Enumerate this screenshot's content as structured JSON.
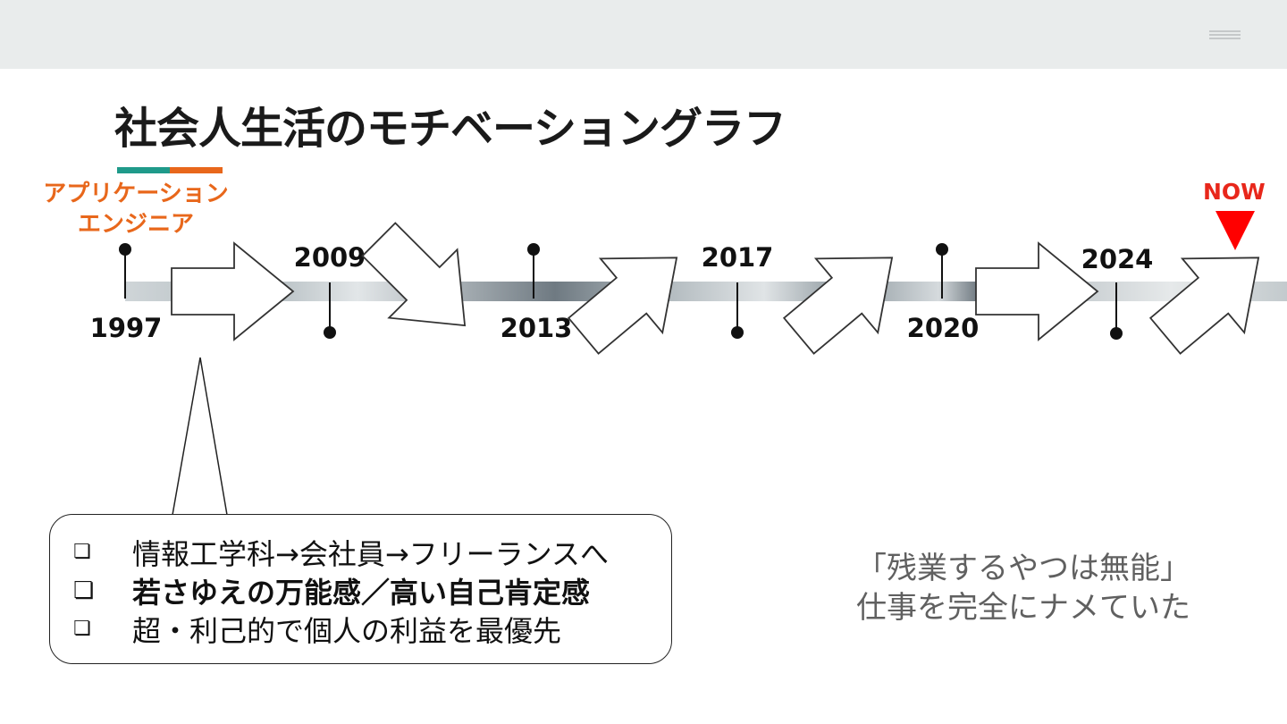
{
  "header": {
    "menu_icon": "hamburger-menu-icon"
  },
  "title": "社会人生活のモチベーショングラフ",
  "colors": {
    "accent_teal": "#1f9a8a",
    "accent_orange": "#e8671b",
    "now_red": "#ff0000",
    "topbar": "#e9ecec"
  },
  "role_label": {
    "line1": "アプリケーション",
    "line2": "エンジニア"
  },
  "now_label": "NOW",
  "timeline": {
    "years": [
      "1997",
      "2009",
      "2013",
      "2017",
      "2020",
      "2024"
    ],
    "trend_arrows": [
      "right",
      "down-right",
      "up-right",
      "up-right",
      "right",
      "up-right"
    ]
  },
  "callout": {
    "items": [
      {
        "checkbox": "❏",
        "text": "情報工学科→会社員→フリーランスへ"
      },
      {
        "checkbox": "❏",
        "text": "若さゆえの万能感／高い自己肯定感"
      },
      {
        "checkbox": "❏",
        "text": "超・利己的で個人の利益を最優先"
      }
    ]
  },
  "quote": {
    "line1": "「残業するやつは無能」",
    "line2": "仕事を完全にナメていた"
  }
}
